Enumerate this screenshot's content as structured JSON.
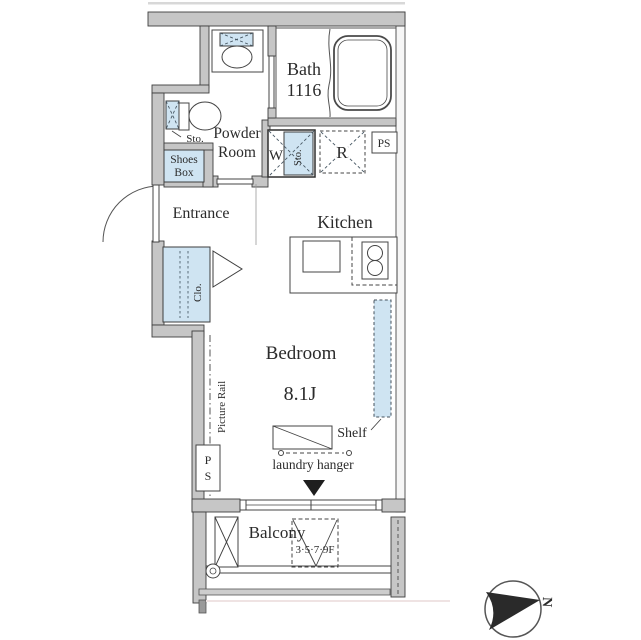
{
  "title": "Studio apartment floor plan",
  "rooms": {
    "bath": {
      "label": "Bath",
      "size": "1116"
    },
    "powder_room": {
      "line1": "Powder",
      "line2": "Room"
    },
    "entrance": {
      "label": "Entrance"
    },
    "kitchen": {
      "label": "Kitchen"
    },
    "bedroom": {
      "label": "Bedroom",
      "size": "8.1J"
    },
    "balcony": {
      "label": "Balcony",
      "floors": "3·5·7·9F"
    }
  },
  "features": {
    "toilet_storage": "Sto.",
    "shoes_box": {
      "line1": "Shoes",
      "line2": "Box"
    },
    "washer": "W",
    "washer_storage": "Sto.",
    "refrigerator": "R",
    "pipe_space_top": "PS",
    "pipe_space_left": {
      "line1": "P",
      "line2": "S"
    },
    "closet": "Clo.",
    "picture_rail": "Picture Rail",
    "shelf": "Shelf",
    "laundry_hanger": "laundry hanger"
  },
  "compass": {
    "north": "N"
  },
  "colors": {
    "storage_fill": "#cfe4f2",
    "wall_fill": "#c6c6c6",
    "line": "#3e3e3e"
  }
}
